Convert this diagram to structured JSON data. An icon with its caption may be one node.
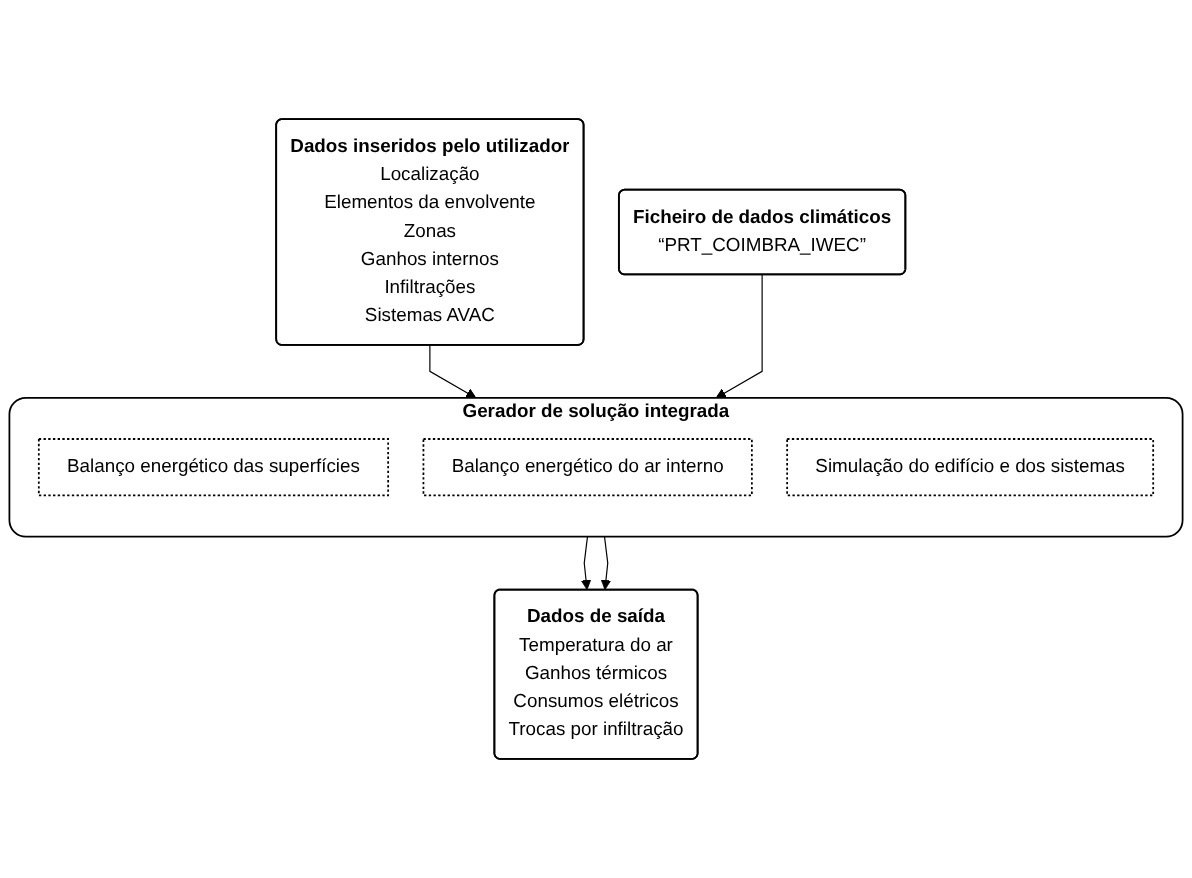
{
  "diagram": {
    "nodes": [
      {
        "text": [
          "Dados inseridos pelo utilizador",
          "Localização",
          "Elementos da envolvente",
          "Zonas",
          "Ganhos internos",
          "Infiltrações",
          "Sistemas AVAC"
        ]
      },
      {
        "text": [
          "Ficheiro de dados climáticos",
          "“PRT_COIMBRA_IWEC”"
        ]
      },
      {
        "text": [
          "Gerador de solução integrada"
        ]
      },
      {
        "text": [
          "Balanço energético das superfícies"
        ],
        "in": 2
      },
      {
        "text": [
          "Balanço energético do ar interno"
        ],
        "in": 2
      },
      {
        "text": [
          "Simulação do edifício e dos sistemas"
        ],
        "in": 2
      },
      {
        "text": [
          "Dados de saída",
          "Temperatura do ar",
          "Ganhos térmicos",
          "Consumos elétricos",
          "Trocas por infiltração"
        ]
      }
    ],
    "edges": [
      {
        "from": 0,
        "to": 2,
        "arrow": "to"
      },
      {
        "from": 1,
        "to": 2,
        "arrow": "to"
      },
      {
        "from": 2,
        "to": 6,
        "arrow": "to"
      },
      {
        "from": 2,
        "to": 6,
        "arrow": "to"
      }
    ]
  }
}
